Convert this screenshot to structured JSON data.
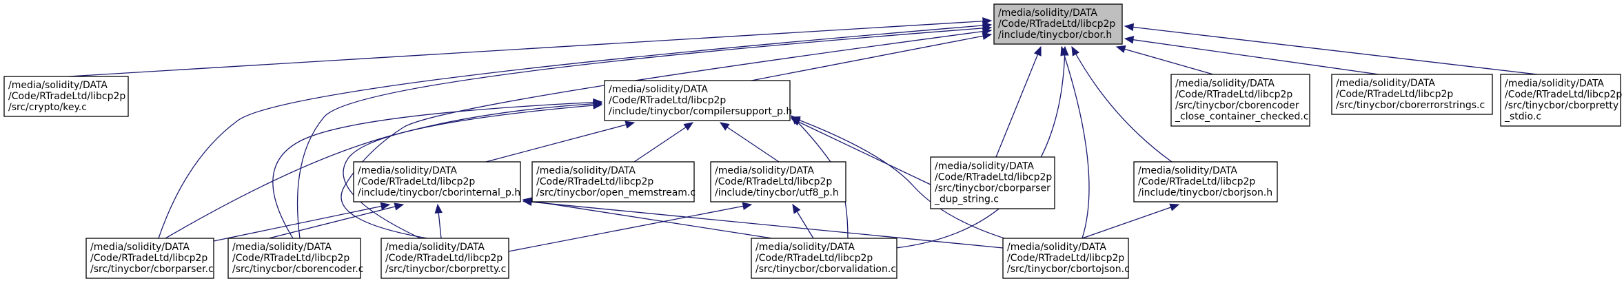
{
  "graph": {
    "nodes": [
      {
        "id": "cbor_h",
        "root": true,
        "lines": [
          "/media/solidity/DATA",
          "/Code/RTradeLtd/libcp2p",
          "/include/tinycbor/cbor.h"
        ]
      },
      {
        "id": "key_c",
        "lines": [
          "/media/solidity/DATA",
          "/Code/RTradeLtd/libcp2p",
          "/src/crypto/key.c"
        ]
      },
      {
        "id": "compilersupport_p_h",
        "lines": [
          "/media/solidity/DATA",
          "/Code/RTradeLtd/libcp2p",
          "/include/tinycbor/compilersupport_p.h"
        ]
      },
      {
        "id": "cborencoder_close_container_checked_c",
        "lines": [
          "/media/solidity/DATA",
          "/Code/RTradeLtd/libcp2p",
          "/src/tinycbor/cborencoder",
          "_close_container_checked.c"
        ]
      },
      {
        "id": "cborerrorstrings_c",
        "lines": [
          "/media/solidity/DATA",
          "/Code/RTradeLtd/libcp2p",
          "/src/tinycbor/cborerrorstrings.c"
        ]
      },
      {
        "id": "cborpretty_stdio_c",
        "lines": [
          "/media/solidity/DATA",
          "/Code/RTradeLtd/libcp2p",
          "/src/tinycbor/cborpretty",
          "_stdio.c"
        ]
      },
      {
        "id": "cborinternal_p_h",
        "lines": [
          "/media/solidity/DATA",
          "/Code/RTradeLtd/libcp2p",
          "/include/tinycbor/cborinternal_p.h"
        ]
      },
      {
        "id": "open_memstream_c",
        "lines": [
          "/media/solidity/DATA",
          "/Code/RTradeLtd/libcp2p",
          "/src/tinycbor/open_memstream.c"
        ]
      },
      {
        "id": "utf8_p_h",
        "lines": [
          "/media/solidity/DATA",
          "/Code/RTradeLtd/libcp2p",
          "/include/tinycbor/utf8_p.h"
        ]
      },
      {
        "id": "cborparser_dup_string_c",
        "lines": [
          "/media/solidity/DATA",
          "/Code/RTradeLtd/libcp2p",
          "/src/tinycbor/cborparser",
          "_dup_string.c"
        ]
      },
      {
        "id": "cborjson_h",
        "lines": [
          "/media/solidity/DATA",
          "/Code/RTradeLtd/libcp2p",
          "/include/tinycbor/cborjson.h"
        ]
      },
      {
        "id": "cborparser_c",
        "lines": [
          "/media/solidity/DATA",
          "/Code/RTradeLtd/libcp2p",
          "/src/tinycbor/cborparser.c"
        ]
      },
      {
        "id": "cborencoder_c",
        "lines": [
          "/media/solidity/DATA",
          "/Code/RTradeLtd/libcp2p",
          "/src/tinycbor/cborencoder.c"
        ]
      },
      {
        "id": "cborpretty_c",
        "lines": [
          "/media/solidity/DATA",
          "/Code/RTradeLtd/libcp2p",
          "/src/tinycbor/cborpretty.c"
        ]
      },
      {
        "id": "cborvalidation_c",
        "lines": [
          "/media/solidity/DATA",
          "/Code/RTradeLtd/libcp2p",
          "/src/tinycbor/cborvalidation.c"
        ]
      },
      {
        "id": "cbortojson_c",
        "lines": [
          "/media/solidity/DATA",
          "/Code/RTradeLtd/libcp2p",
          "/src/tinycbor/cbortojson.c"
        ]
      }
    ],
    "edges": [
      {
        "from": "key_c",
        "to": "cbor_h"
      },
      {
        "from": "compilersupport_p_h",
        "to": "cbor_h"
      },
      {
        "from": "cborencoder_close_container_checked_c",
        "to": "cbor_h"
      },
      {
        "from": "cborerrorstrings_c",
        "to": "cbor_h"
      },
      {
        "from": "cborpretty_stdio_c",
        "to": "cbor_h"
      },
      {
        "from": "cborparser_dup_string_c",
        "to": "cbor_h"
      },
      {
        "from": "cborjson_h",
        "to": "cbor_h"
      },
      {
        "from": "cborparser_c",
        "to": "cbor_h"
      },
      {
        "from": "cborencoder_c",
        "to": "cbor_h"
      },
      {
        "from": "cborpretty_c",
        "to": "cbor_h"
      },
      {
        "from": "cborvalidation_c",
        "to": "cbor_h"
      },
      {
        "from": "cbortojson_c",
        "to": "cbor_h"
      },
      {
        "from": "cborinternal_p_h",
        "to": "compilersupport_p_h"
      },
      {
        "from": "open_memstream_c",
        "to": "compilersupport_p_h"
      },
      {
        "from": "utf8_p_h",
        "to": "compilersupport_p_h"
      },
      {
        "from": "cborparser_dup_string_c",
        "to": "compilersupport_p_h"
      },
      {
        "from": "cborparser_c",
        "to": "compilersupport_p_h"
      },
      {
        "from": "cborencoder_c",
        "to": "compilersupport_p_h"
      },
      {
        "from": "cborpretty_c",
        "to": "compilersupport_p_h"
      },
      {
        "from": "cborvalidation_c",
        "to": "compilersupport_p_h"
      },
      {
        "from": "cbortojson_c",
        "to": "compilersupport_p_h"
      },
      {
        "from": "cborparser_c",
        "to": "cborinternal_p_h"
      },
      {
        "from": "cborencoder_c",
        "to": "cborinternal_p_h"
      },
      {
        "from": "cborpretty_c",
        "to": "cborinternal_p_h"
      },
      {
        "from": "cborvalidation_c",
        "to": "cborinternal_p_h"
      },
      {
        "from": "cbortojson_c",
        "to": "cborinternal_p_h"
      },
      {
        "from": "cborpretty_c",
        "to": "utf8_p_h"
      },
      {
        "from": "cborvalidation_c",
        "to": "utf8_p_h"
      },
      {
        "from": "cbortojson_c",
        "to": "cborjson_h"
      }
    ]
  }
}
